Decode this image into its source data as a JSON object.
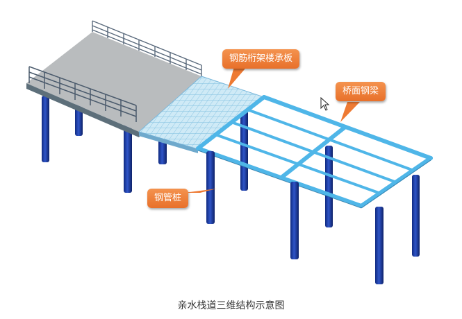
{
  "diagram": {
    "labels": {
      "deck_slab": "钢筋桁架楼承板",
      "bridge_beam": "桥面钢梁",
      "pipe_pile": "钢管桩"
    },
    "caption": "亲水栈道三维结构示意图"
  },
  "colors": {
    "pile": "#1f3fa6",
    "beam": "#4fb6e8",
    "concrete": "#b9bcbe",
    "mesh": "#a9d8ee",
    "callout": "#ee7a33"
  }
}
